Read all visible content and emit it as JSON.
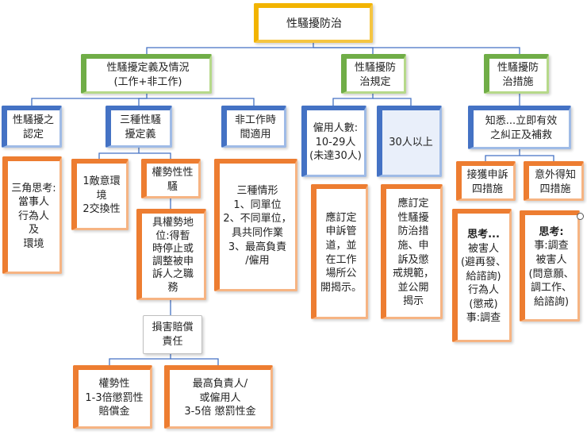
{
  "title": "性騷擾防治",
  "branches": {
    "definition": {
      "header": [
        "性騷擾定義及情況",
        "(工作+非工作)"
      ],
      "recognition": {
        "header": [
          "性騷擾之",
          "認定"
        ],
        "body": [
          "三角思考:",
          "當事人",
          "行為人",
          "及",
          "環境"
        ]
      },
      "three_definitions": {
        "header": [
          "三種性騷",
          "擾定義"
        ],
        "types": [
          "1敵意環",
          "境",
          "2交換性"
        ],
        "power": {
          "header": [
            "權勢性性",
            "騷"
          ],
          "body": [
            "具權勢地",
            "位:得暫",
            "時停止或",
            "調整被申",
            "訴人之職",
            "務"
          ],
          "damages": [
            "損害賠償",
            "責任"
          ],
          "penalty_a": [
            "權勢性",
            "1-3倍懲罰性",
            "賠償金"
          ],
          "penalty_b": [
            "最高負責人/",
            "或僱用人",
            "3-5倍 懲罰性金"
          ]
        }
      },
      "non_work": {
        "header": [
          "非工作時",
          "間適用"
        ],
        "body": [
          "三種情形",
          "1、同單位",
          "2、不同單位，",
          "具共同作業",
          "3、最高負責",
          "/僱用"
        ]
      }
    },
    "regulations": {
      "header": [
        "性騷擾防",
        "治規定"
      ],
      "small": {
        "header": [
          "僱用人數:",
          "10-29人",
          "(未達30人)"
        ],
        "body": [
          "應訂定",
          "申訴管",
          "道，並",
          "在工作",
          "場所公",
          "開揭示。"
        ]
      },
      "large": {
        "header": [
          "30人以上"
        ],
        "body": [
          "應訂定",
          "性騷擾",
          "防治措",
          "施、申",
          "訴及懲",
          "戒規範，",
          "並公開",
          "揭示"
        ]
      }
    },
    "measures": {
      "header": [
        "性騷擾防",
        "治措施"
      ],
      "immediate": {
        "header": [
          "知悉...立即有效",
          "之糾正及補救"
        ],
        "complaint": {
          "header": [
            "接獲申訴",
            "四措施"
          ],
          "body_title": "思考...",
          "body": [
            "被害人",
            "(避再發、",
            "給諮詢)",
            "行為人",
            "(懲戒)",
            "事:調查"
          ]
        },
        "unexpected": {
          "header": [
            "意外得知",
            "四措施"
          ],
          "body_title": "思考:",
          "body": [
            "事:調查",
            "被害人",
            "(問意願、",
            "調工作、",
            "給諮詢)"
          ]
        }
      }
    }
  },
  "colors": {
    "yellow": "#f2b400",
    "green": "#70ad47",
    "blue": "#4472c4",
    "orange": "#ed7d31",
    "connector": "#4472c4"
  }
}
